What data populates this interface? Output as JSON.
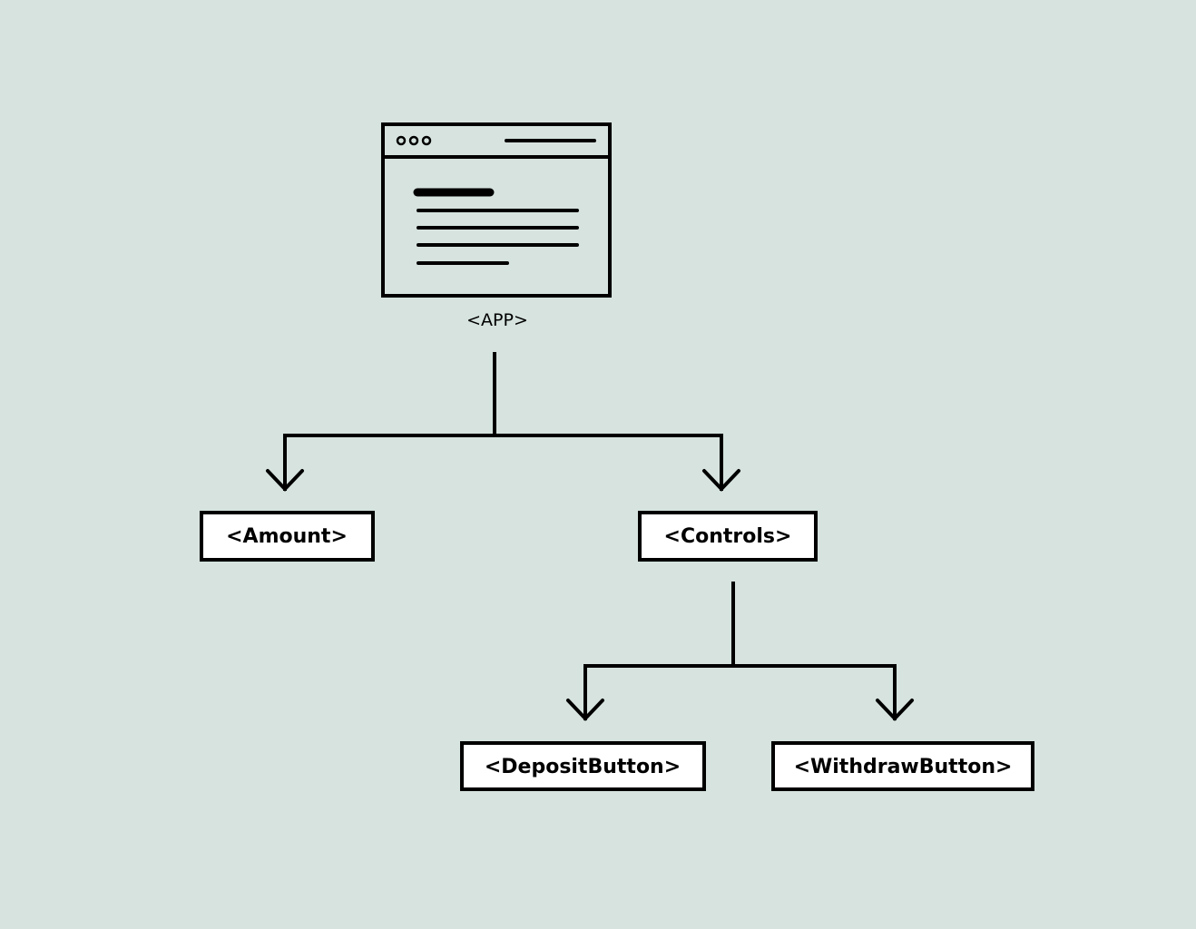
{
  "colors": {
    "background": "#d6e3de",
    "stroke": "#000000",
    "box_fill": "#ffffff"
  },
  "root": {
    "label": "<APP>",
    "icon": "browser-window-icon"
  },
  "nodes": {
    "amount": {
      "label": "<Amount>"
    },
    "controls": {
      "label": "<Controls>"
    },
    "deposit_button": {
      "label": "<DepositButton>"
    },
    "withdraw_button": {
      "label": "<WithdrawButton>"
    }
  }
}
